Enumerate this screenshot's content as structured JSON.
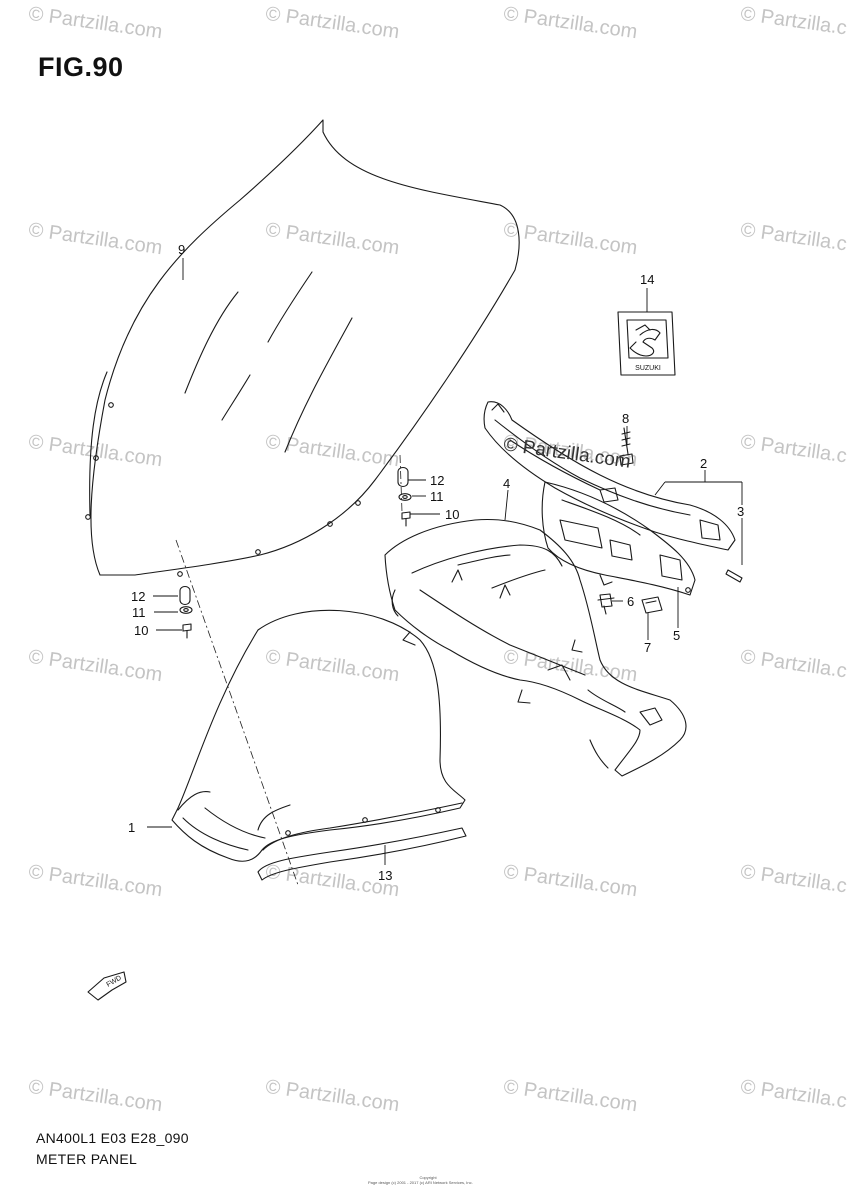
{
  "figure": {
    "title": "FIG.90"
  },
  "watermark": {
    "text": "© Partzilla.com"
  },
  "callouts": {
    "c1": "1",
    "c2": "2",
    "c3": "3",
    "c4": "4",
    "c5": "5",
    "c6": "6",
    "c7": "7",
    "c8": "8",
    "c9": "9",
    "c10a": "10",
    "c10b": "10",
    "c11a": "11",
    "c11b": "11",
    "c12a": "12",
    "c12b": "12",
    "c13": "13",
    "c14": "14"
  },
  "emblem": {
    "text": "SUZUKI"
  },
  "fwd_arrow": {
    "text": "FWD"
  },
  "footer": {
    "model_code": "AN400L1 E03 E28_090",
    "section_name": "METER PANEL",
    "copyright_title": "Copyright",
    "copyright_text": "Page design (c) 2001 - 2017 (c) ARI Network Services, Inc."
  }
}
